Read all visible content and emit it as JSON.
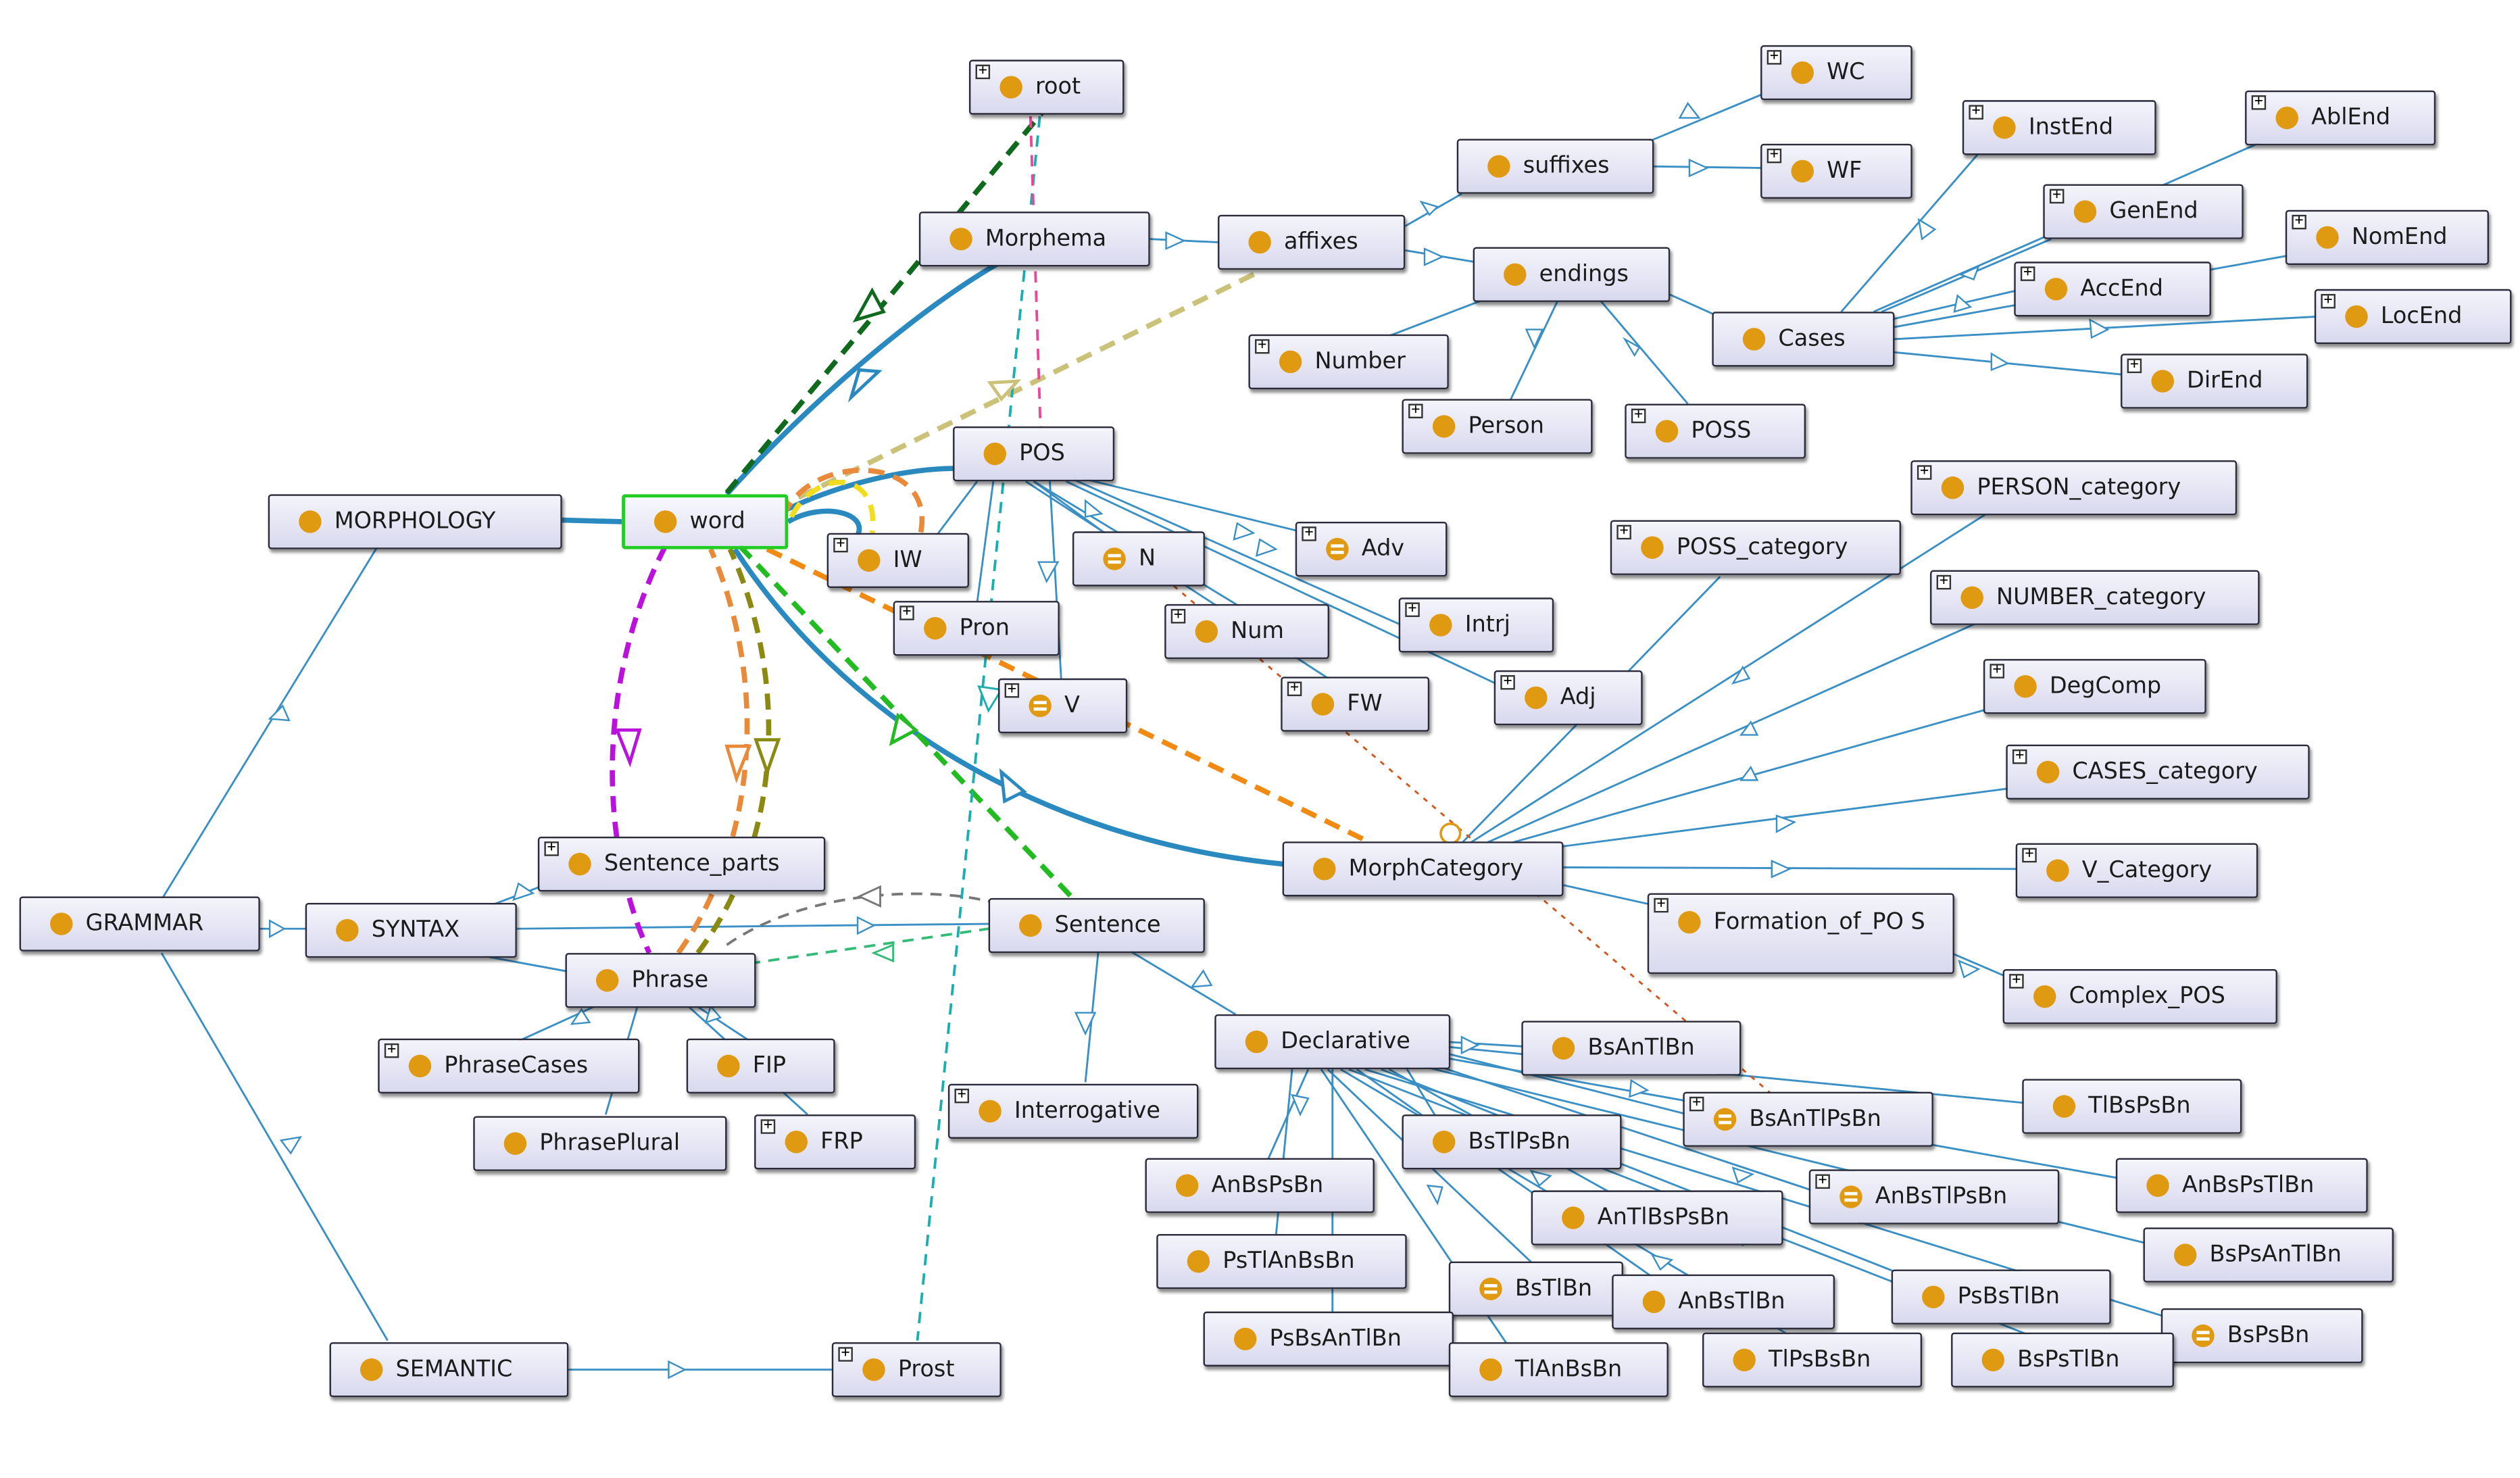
{
  "nodes": [
    {
      "id": "root",
      "label": "root",
      "expandable": true
    },
    {
      "id": "wc",
      "label": "WC",
      "expandable": true
    },
    {
      "id": "suffixes",
      "label": "suffixes"
    },
    {
      "id": "wf",
      "label": "WF",
      "expandable": true
    },
    {
      "id": "instend",
      "label": "InstEnd",
      "expandable": true
    },
    {
      "id": "ablend",
      "label": "AblEnd",
      "expandable": true
    },
    {
      "id": "genend",
      "label": "GenEnd",
      "expandable": true
    },
    {
      "id": "morphema",
      "label": "Morphema"
    },
    {
      "id": "affixes",
      "label": "affixes"
    },
    {
      "id": "endings",
      "label": "endings"
    },
    {
      "id": "nomend",
      "label": "NomEnd",
      "expandable": true
    },
    {
      "id": "accend",
      "label": "AccEnd",
      "expandable": true
    },
    {
      "id": "locend",
      "label": "LocEnd",
      "expandable": true
    },
    {
      "id": "cases",
      "label": "Cases"
    },
    {
      "id": "dirend",
      "label": "DirEnd",
      "expandable": true
    },
    {
      "id": "number",
      "label": "Number",
      "expandable": true
    },
    {
      "id": "person",
      "label": "Person",
      "expandable": true
    },
    {
      "id": "poss",
      "label": "POSS",
      "expandable": true
    },
    {
      "id": "pos",
      "label": "POS"
    },
    {
      "id": "person_cat",
      "label": "PERSON_category",
      "expandable": true
    },
    {
      "id": "morphology",
      "label": "MORPHOLOGY"
    },
    {
      "id": "word",
      "label": "word",
      "selected": true
    },
    {
      "id": "iw",
      "label": "IW",
      "expandable": true
    },
    {
      "id": "n",
      "label": "N",
      "equivalent": true
    },
    {
      "id": "adv",
      "label": "Adv",
      "expandable": true,
      "equivalent": true
    },
    {
      "id": "poss_cat",
      "label": "POSS_category",
      "expandable": true
    },
    {
      "id": "number_cat",
      "label": "NUMBER_category",
      "expandable": true
    },
    {
      "id": "pron",
      "label": "Pron",
      "expandable": true
    },
    {
      "id": "num",
      "label": "Num",
      "expandable": true
    },
    {
      "id": "intrj",
      "label": "Intrj",
      "expandable": true
    },
    {
      "id": "fw",
      "label": "FW",
      "expandable": true
    },
    {
      "id": "adj",
      "label": "Adj",
      "expandable": true
    },
    {
      "id": "degcomp",
      "label": "DegComp",
      "expandable": true
    },
    {
      "id": "v",
      "label": "V",
      "expandable": true,
      "equivalent": true
    },
    {
      "id": "cases_cat",
      "label": "CASES_category",
      "expandable": true
    },
    {
      "id": "sentence_parts",
      "label": "Sentence_parts",
      "expandable": true
    },
    {
      "id": "morphcategory",
      "label": "MorphCategory"
    },
    {
      "id": "v_category",
      "label": "V_Category",
      "expandable": true
    },
    {
      "id": "grammar",
      "label": "GRAMMAR"
    },
    {
      "id": "syntax",
      "label": "SYNTAX"
    },
    {
      "id": "sentence",
      "label": "Sentence"
    },
    {
      "id": "formation_pos",
      "label": "Formation_of_PO S",
      "expandable": true
    },
    {
      "id": "phrase",
      "label": "Phrase"
    },
    {
      "id": "complex_pos",
      "label": "Complex_POS",
      "expandable": true
    },
    {
      "id": "declarative",
      "label": "Declarative"
    },
    {
      "id": "bsantlbn",
      "label": "BsAnTlBn"
    },
    {
      "id": "phrasecases",
      "label": "PhraseCases",
      "expandable": true
    },
    {
      "id": "fip",
      "label": "FIP"
    },
    {
      "id": "interrogative",
      "label": "Interrogative",
      "expandable": true
    },
    {
      "id": "tlbspsbn",
      "label": "TlBsPsBn"
    },
    {
      "id": "bsantlpsbn",
      "label": "BsAnTlPsBn",
      "expandable": true,
      "equivalent": true
    },
    {
      "id": "phraseplural",
      "label": "PhrasePlural"
    },
    {
      "id": "frp",
      "label": "FRP",
      "expandable": true
    },
    {
      "id": "bstlpsbn",
      "label": "BsTlPsBn"
    },
    {
      "id": "anbspsbn",
      "label": "AnBsPsBn"
    },
    {
      "id": "anbstlpsbn",
      "label": "AnBsTlPsBn",
      "expandable": true,
      "equivalent": true
    },
    {
      "id": "anbspstlbn",
      "label": "AnBsPsTlBn"
    },
    {
      "id": "antlbspsbn",
      "label": "AnTlBsPsBn"
    },
    {
      "id": "pstlanbsbn",
      "label": "PsTlAnBsBn"
    },
    {
      "id": "bspsantlbn",
      "label": "BsPsAnTlBn"
    },
    {
      "id": "bstlbn",
      "label": "BsTlBn",
      "equivalent": true
    },
    {
      "id": "anbstlbn",
      "label": "AnBsTlBn"
    },
    {
      "id": "psbstlbn",
      "label": "PsBsTlBn"
    },
    {
      "id": "psbsantlbn",
      "label": "PsBsAnTlBn"
    },
    {
      "id": "bspsbn",
      "label": "BsPsBn",
      "equivalent": true
    },
    {
      "id": "semantic",
      "label": "SEMANTIC"
    },
    {
      "id": "prost",
      "label": "Prost",
      "expandable": true
    },
    {
      "id": "tlpsbsbn",
      "label": "TlPsBsBn"
    },
    {
      "id": "bsptlbn",
      "label": "BsPsTlBn"
    },
    {
      "id": "tlanbsbn",
      "label": "TlAnBsBn"
    }
  ],
  "edge_colors": {
    "subclass": "#3a8fc4",
    "thick": "#2a8ac0",
    "dark_green": "#0f6a1e",
    "green": "#22bb22",
    "khaki": "#cbc27a",
    "orange": "#f08a12",
    "orange2": "#e88a3a",
    "magenta": "#bb11dd",
    "olive": "#8a8a12",
    "teal": "#1aaeae",
    "pink": "#ee4499",
    "gray": "#777777",
    "rust": "#d2541e",
    "yellow": "#f2dc1e",
    "seagreen": "#33bb77"
  }
}
